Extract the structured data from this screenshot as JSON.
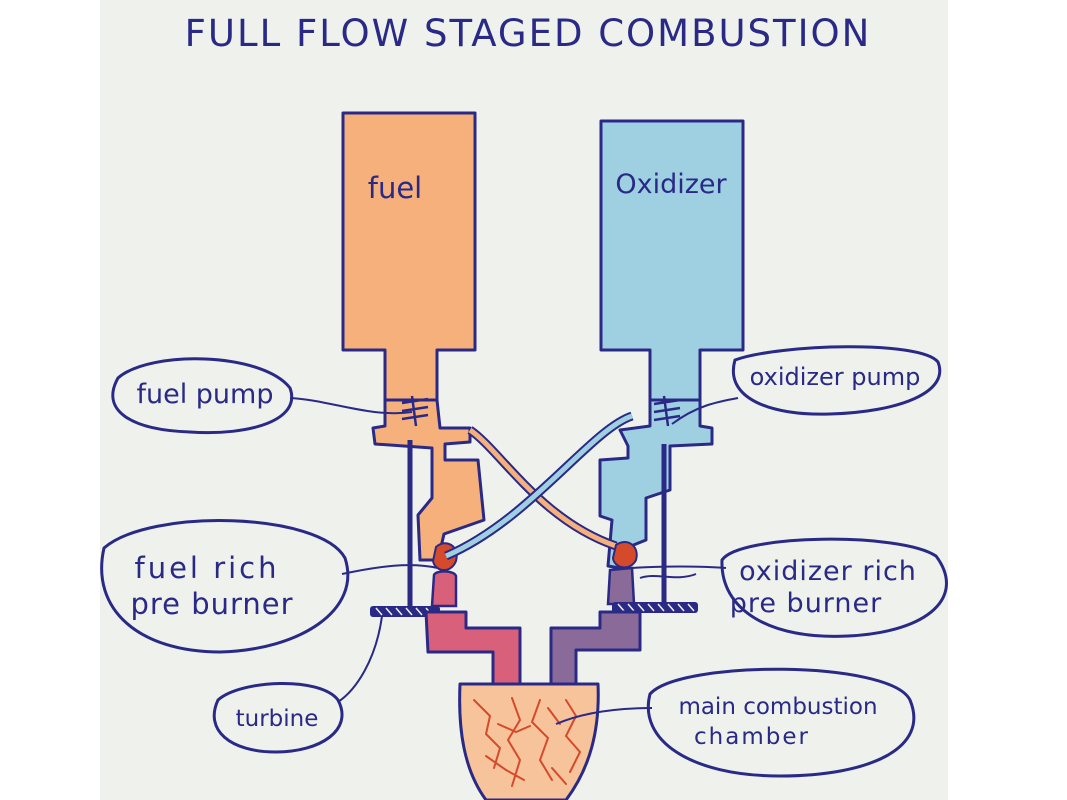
{
  "diagram": {
    "title": "FULL FLOW STAGED COMBUSTION",
    "tanks": {
      "fuel": {
        "label": "fuel"
      },
      "oxidizer": {
        "label": "Oxidizer"
      }
    },
    "callouts": {
      "fuel_pump": {
        "label": "fuel pump"
      },
      "oxidizer_pump": {
        "label": "oxidizer pump"
      },
      "fuel_rich_preburner": {
        "line1": "fuel rich",
        "line2": "pre burner"
      },
      "oxidizer_rich_preburner": {
        "line1": "oxidizer rich",
        "line2": "pre burner"
      },
      "turbine": {
        "label": "turbine"
      },
      "main_combustion_chamber": {
        "line1": "main combustion",
        "line2": "chamber"
      }
    },
    "colors": {
      "ink": "#2a2a86",
      "fuel": "#f5b07c",
      "oxidizer": "#9fd0e2",
      "fuel_hot": "#d9607a",
      "oxidizer_hot": "#8a6a98",
      "flame": "#d64a2c",
      "chamber": "#f6c39a",
      "paper": "#eef1ec"
    }
  }
}
